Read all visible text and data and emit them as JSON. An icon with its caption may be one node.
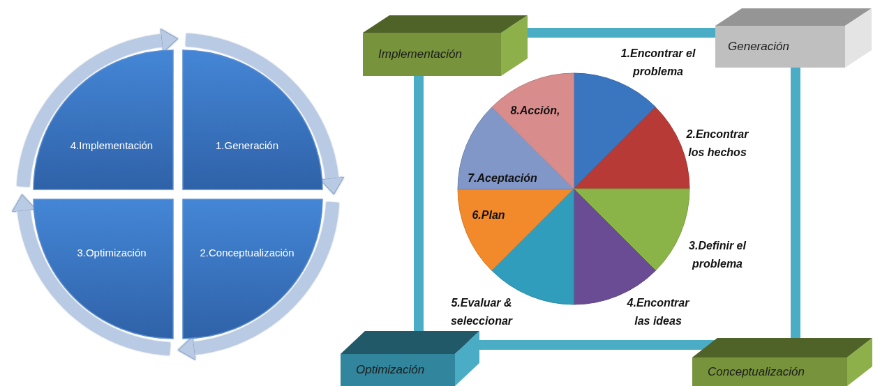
{
  "diagram": {
    "nodes": [
      {
        "text": [
          "4.Implementación"
        ]
      },
      {
        "text": [
          "1.Generación"
        ]
      },
      {
        "text": [
          "3.Optimización"
        ]
      },
      {
        "text": [
          "2.Conceptualización"
        ]
      },
      {
        "text": [
          "Implementación"
        ]
      },
      {
        "text": [
          "Generación"
        ]
      },
      {
        "text": [],
        "shape": "slice",
        "beside": [
          "1.Encontrar el problema"
        ]
      },
      {
        "text": [],
        "shape": "slice",
        "beside": [
          "2.Encontrar los hechos"
        ]
      },
      {
        "text": [],
        "shape": "slice",
        "beside": [
          "3.Definir el problema"
        ]
      },
      {
        "text": [],
        "shape": "slice",
        "beside": [
          "4.Encontrar las ideas"
        ]
      },
      {
        "text": [],
        "shape": "slice",
        "beside": [
          "5.Evaluar & seleccionar"
        ]
      },
      {
        "text": [
          "6.Plan"
        ]
      },
      {
        "text": [
          "7.Aceptación"
        ]
      },
      {
        "text": [
          "8.Acción,"
        ]
      },
      {
        "text": [
          "Optimización"
        ]
      },
      {
        "text": [
          "Conceptualización"
        ]
      }
    ],
    "edges": [
      {
        "from": 1,
        "to": 3,
        "arrow": "to"
      },
      {
        "from": 3,
        "to": 2,
        "arrow": "to"
      },
      {
        "from": 2,
        "to": 0,
        "arrow": "to"
      },
      {
        "from": 0,
        "to": 1,
        "arrow": "to"
      }
    ]
  }
}
